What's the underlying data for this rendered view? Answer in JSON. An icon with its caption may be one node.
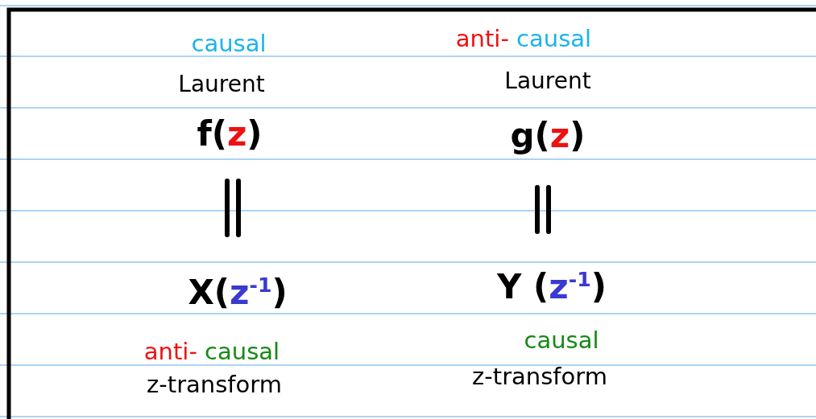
{
  "diagram": {
    "labels": [
      "causal",
      "anti- causal",
      "Laurent",
      "Laurent",
      "f(z)",
      "g(z)",
      "X(z$^{-1}$)",
      "Y (z$^{-1}$)",
      "anti- causal",
      "causal",
      "z-transform",
      "z-transform"
    ]
  }
}
